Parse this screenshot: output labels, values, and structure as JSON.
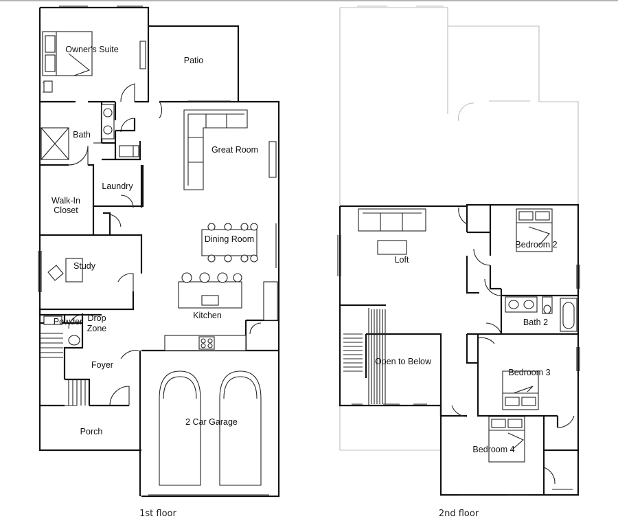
{
  "floors": [
    {
      "caption": "1st floor",
      "rooms": {
        "owners_suite": "Owner's Suite",
        "patio": "Patio",
        "bath": "Bath",
        "great_room": "Great Room",
        "laundry": "Laundry",
        "walk_in_closet_1": "Walk-In",
        "walk_in_closet_2": "Closet",
        "dining_room": "Dining Room",
        "study": "Study",
        "kitchen": "Kitchen",
        "powder": "Powder",
        "drop_zone_1": "Drop",
        "drop_zone_2": "Zone",
        "foyer": "Foyer",
        "garage": "2 Car Garage",
        "porch": "Porch"
      }
    },
    {
      "caption": "2nd floor",
      "rooms": {
        "loft": "Loft",
        "bedroom_2": "Bedroom 2",
        "bath_2": "Bath 2",
        "open_to_below": "Open to Below",
        "bedroom_3": "Bedroom 3",
        "bedroom_4": "Bedroom 4"
      }
    }
  ],
  "colors": {
    "wall": "#111111",
    "ghost_outline": "#bdbdbd",
    "background": "#ffffff"
  }
}
